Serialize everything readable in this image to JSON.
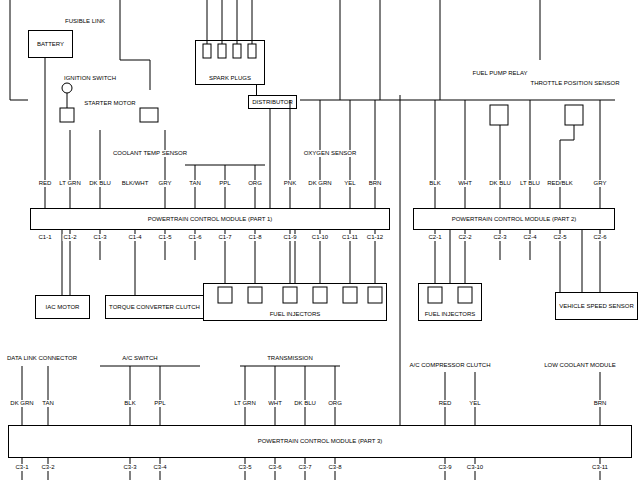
{
  "diagram": {
    "nodes": [
      {
        "text": [
          "BATTERY"
        ]
      },
      {
        "text": [
          "DISTRIBUTOR"
        ]
      },
      {
        "text": [
          "SPARK PLUGS"
        ]
      },
      {
        "text": [
          "POWERTRAIN CONTROL MODULE (PART 1)"
        ]
      },
      {
        "text": [
          "POWERTRAIN CONTROL MODULE (PART 2)"
        ]
      },
      {
        "text": [
          "FUEL INJECTORS"
        ]
      },
      {
        "text": [
          "FUEL INJECTORS"
        ]
      },
      {
        "text": [
          "IAC MOTOR"
        ]
      },
      {
        "text": [
          "TORQUE CONVERTER CLUTCH"
        ]
      },
      {
        "text": [
          "VEHICLE SPEED SENSOR"
        ]
      },
      {
        "text": [
          "POWERTRAIN CONTROL MODULE (PART 3)"
        ]
      }
    ],
    "edges": [
      {
        "from": 0,
        "to": 3,
        "arrow": "none"
      },
      {
        "from": 1,
        "to": 3,
        "arrow": "none"
      },
      {
        "from": 5,
        "to": 3,
        "arrow": "none"
      },
      {
        "from": 6,
        "to": 4,
        "arrow": "none"
      },
      {
        "from": 7,
        "to": 3,
        "arrow": "none"
      },
      {
        "from": 8,
        "to": 3,
        "arrow": "none"
      },
      {
        "from": 9,
        "to": 4,
        "arrow": "none"
      },
      {
        "from": 2,
        "to": 1,
        "arrow": "none"
      }
    ],
    "labels": [
      "FUSIBLE LINK",
      "IGNITION SWITCH",
      "STARTER MOTOR",
      "COOLANT TEMP SENSOR",
      "OXYGEN SENSOR",
      "FUEL PUMP RELAY",
      "THROTTLE POSITION SENSOR",
      "RED",
      "LT GRN",
      "DK BLU",
      "BLK/WHT",
      "GRY",
      "TAN",
      "PPL",
      "ORG",
      "PNK",
      "DK GRN",
      "YEL",
      "BRN",
      "C1-1",
      "C1-2",
      "C1-3",
      "C1-4",
      "C1-5",
      "C1-6",
      "C1-7",
      "C1-8",
      "C1-9",
      "C1-10",
      "C1-11",
      "C1-12",
      "BLK",
      "WHT",
      "DK BLU",
      "LT BLU",
      "RED/BLK",
      "GRY",
      "C2-1",
      "C2-2",
      "C2-3",
      "C2-4",
      "C2-5",
      "C2-6",
      "DATA LINK CONNECTOR",
      "A/C SWITCH",
      "TRANSMISSION",
      "A/C COMPRESSOR CLUTCH",
      "LOW COOLANT MODULE",
      "DK GRN",
      "TAN",
      "BLK",
      "PPL",
      "LT GRN",
      "WHT",
      "DK BLU",
      "ORG",
      "RED",
      "YEL",
      "BRN",
      "C3-1",
      "C3-2",
      "C3-3",
      "C3-4",
      "C3-5",
      "C3-6",
      "C3-7",
      "C3-8",
      "C3-9",
      "C3-10",
      "C3-11"
    ]
  }
}
